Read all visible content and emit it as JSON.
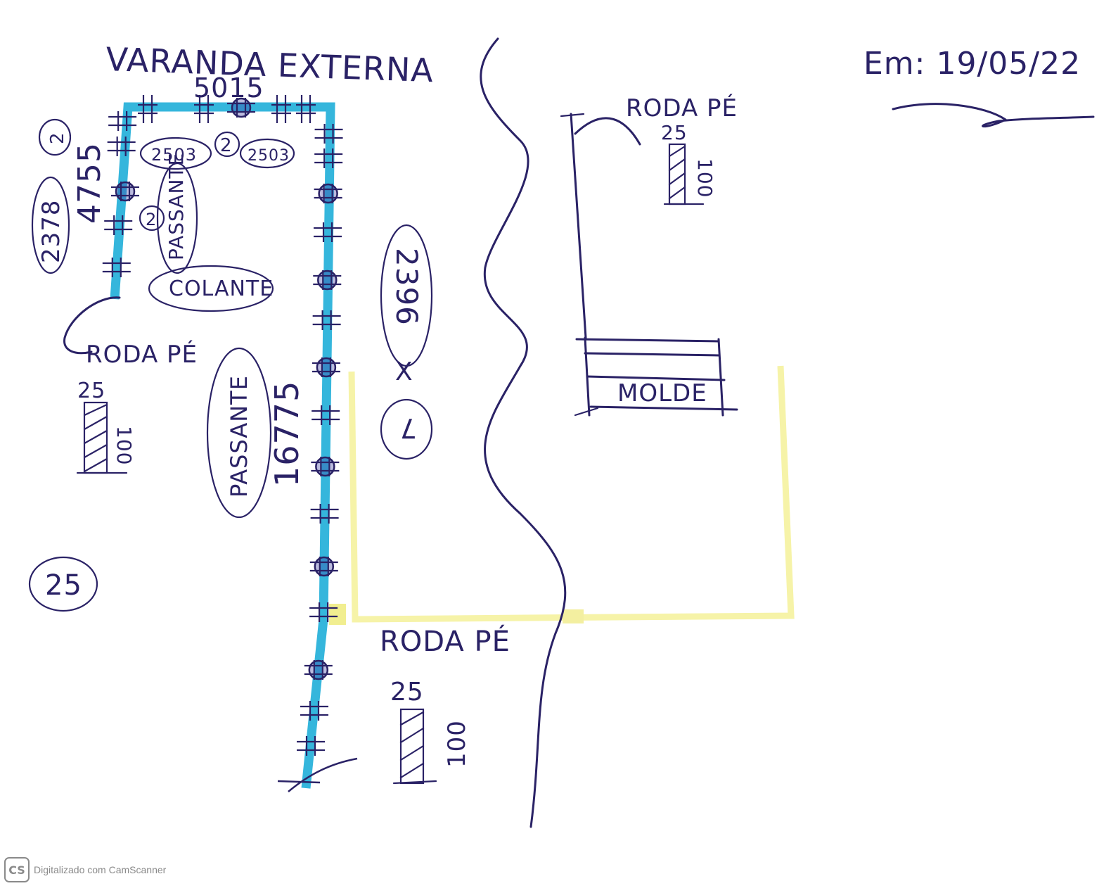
{
  "title": {
    "line1": "VARANDA EXTERNA",
    "dimension_top": "5015"
  },
  "date": "Em: 19/05/22",
  "left_plan": {
    "dim_left_outer": "2378",
    "dim_left_outer_count": "2",
    "dim_left_inner": "4755",
    "dim_top_a": "2503",
    "dim_top_b": "2503",
    "dim_top_count": "2",
    "passante_left": "PASSANTE",
    "passante_left_count": "2",
    "colante": "COLANTE",
    "dim_right_long": "2396",
    "dim_right_mult": "X",
    "dim_right_count": "7",
    "passante_right": "PASSANTE",
    "dim_right_inner": "16775",
    "corner_label": "25"
  },
  "rodape_sections": [
    {
      "label": "RODA PÉ",
      "width": "25",
      "height": "100"
    },
    {
      "label": "RODA PÉ",
      "width": "25",
      "height": "100"
    },
    {
      "label": "RODA PÉ",
      "width": "25",
      "height": "100"
    }
  ],
  "right_section": {
    "label": "MOLDE"
  },
  "footer": {
    "logo": "CS",
    "text": "Digitalizado com CamScanner"
  },
  "colors": {
    "ink": "#2a2266",
    "highlight_cyan": "#35b6dc",
    "highlight_yellow": "#f6f3a8"
  }
}
